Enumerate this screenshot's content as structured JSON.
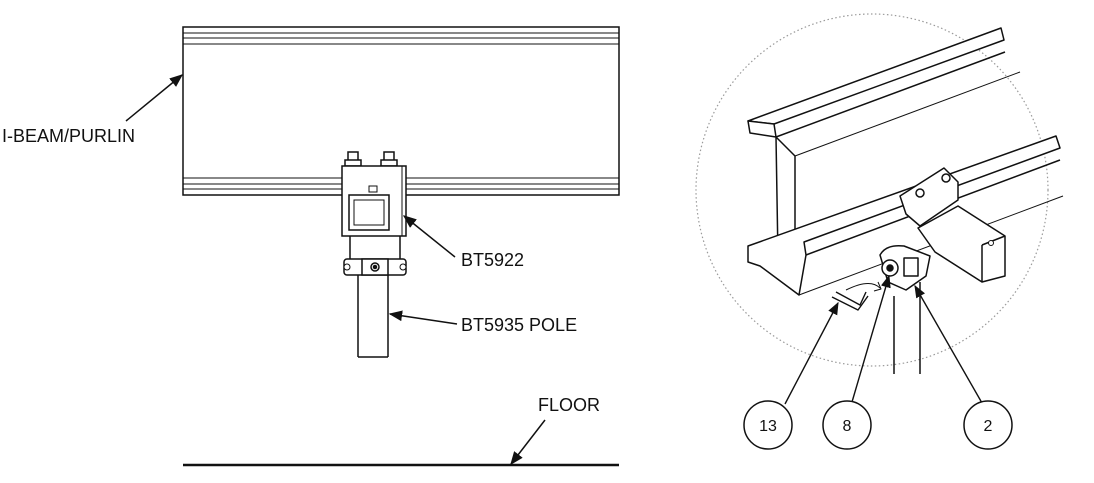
{
  "left_view": {
    "labels": {
      "beam": "I-BEAM/PURLIN",
      "bracket": "BT5922",
      "pole": "BT5935 POLE",
      "floor": "FLOOR"
    }
  },
  "detail_view": {
    "callouts": [
      "13",
      "8",
      "2"
    ]
  },
  "colors": {
    "line": "#111111",
    "detail_circle": "#9a9a9a",
    "background": "#ffffff"
  }
}
